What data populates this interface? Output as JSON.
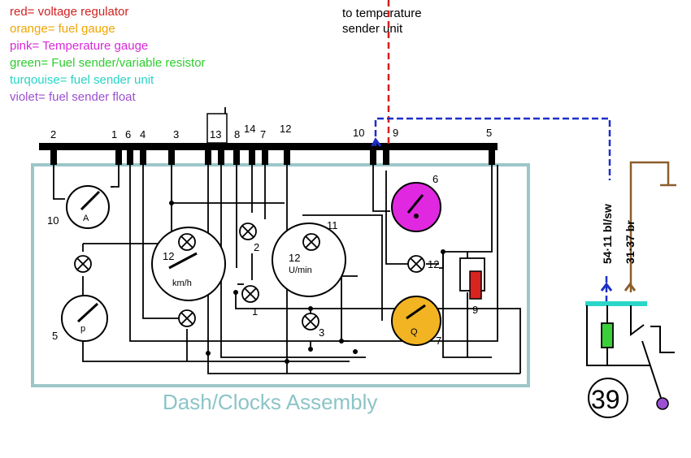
{
  "legend": [
    {
      "text": "red= voltage regulator",
      "color": "#d21f1f"
    },
    {
      "text": "orange= fuel gauge",
      "color": "#f0a500"
    },
    {
      "text": "pink= Temperature gauge",
      "color": "#d829d8"
    },
    {
      "text": "green= Fuel sender/variable resistor",
      "color": "#2ecc2e"
    },
    {
      "text": "turqouise= fuel sender unit",
      "color": "#27d3c7"
    },
    {
      "text": "violet= fuel sender float",
      "color": "#9b4fd1"
    }
  ],
  "sender_label_line1": "to temperature",
  "sender_label_line2": "sender unit",
  "assembly_title": "Dash/Clocks Assembly",
  "connector_pins": {
    "p2": "2",
    "p1": "1",
    "p6": "6",
    "p4": "4",
    "p3": "3",
    "p13": "13",
    "p8": "8",
    "p14": "14",
    "p7": "7",
    "p12": "12",
    "p10": "10",
    "p9": "9",
    "p5": "5"
  },
  "components": {
    "ammeter_letter": "A",
    "ammeter_num": "10",
    "speedo_text": "km/h",
    "speedo_num": "12",
    "tacho_text": "U/min",
    "tacho_num": "11",
    "tacho_inner_num": "12",
    "oil_letter": "p",
    "oil_num": "5",
    "temp_num": "6",
    "fuel_letter": "Q",
    "fuel_num": "7",
    "lamp2": "2",
    "lamp1": "1",
    "lamp3": "3",
    "lamp12": "12",
    "resistor_num": "9"
  },
  "wire_labels": {
    "blue": "54·11 bl/sw",
    "brown": "31·37 br"
  },
  "sender_unit_num": "39"
}
